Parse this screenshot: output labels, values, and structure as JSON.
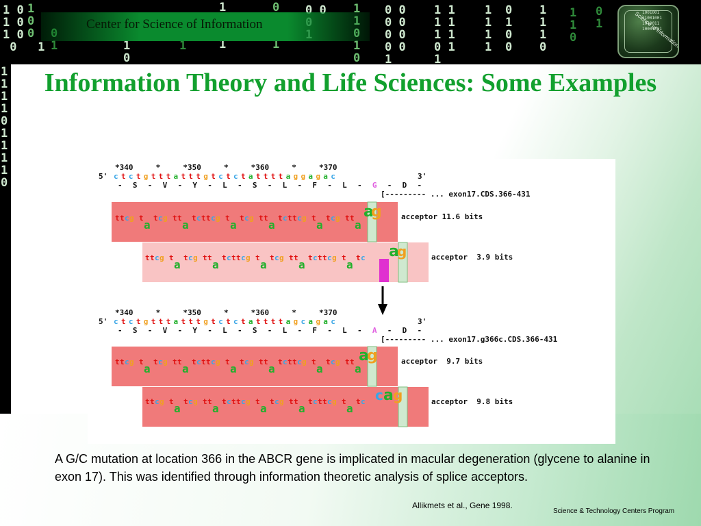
{
  "header": {
    "brand": "Center for Science of Information",
    "logo_text": "Science of Information",
    "logo_bits": "1001001\n11001001\n1010011\n10001001"
  },
  "slide": {
    "title": "Information Theory and Life Sciences: Some Examples",
    "caption": "A G/C mutation at location 366 in the ABCR gene is implicated in macular degeneration (glycene to alanine in exon 17). This was identified through information theoretic analysis of splice acceptors.",
    "citation": "Allikmets et al., Gene 1998.",
    "footer": "Science & Technology Centers Program"
  },
  "figure": {
    "top": {
      "ruler": "*340     *     *350     *     *360     *     *370",
      "dna_prefix": "5'",
      "dna": "ctctgtttatttgtctctattttaggagac",
      "dna_suffix": "3'",
      "aa": "- S - V - Y - L - S - L - F - L - G - D -",
      "exon": "[--------- ... exon17.CDS.366-431",
      "walker1": "acceptor 11.6 bits",
      "walker2": "acceptor  3.9 bits"
    },
    "bottom": {
      "ruler": "*340     *     *350     *     *360     *     *370",
      "dna_prefix": "5'",
      "dna": "ctctgtttatttgtctctattttagcagac",
      "dna_suffix": "3'",
      "aa": "- S - V - Y - L - S - L - F - L - A - D -",
      "exon": "[--------- ... exon17.g366c.CDS.366-431",
      "walker1": "acceptor  9.7 bits",
      "walker2": "acceptor  9.8 bits"
    }
  },
  "colors": {
    "title": "#12a02e",
    "walker_strong": "#f07a7a",
    "walker_weak": "#f9c4c4",
    "base_a": "#22b02c",
    "base_c": "#3aa6e6",
    "base_g": "#f0a020",
    "base_t": "#e01010"
  }
}
